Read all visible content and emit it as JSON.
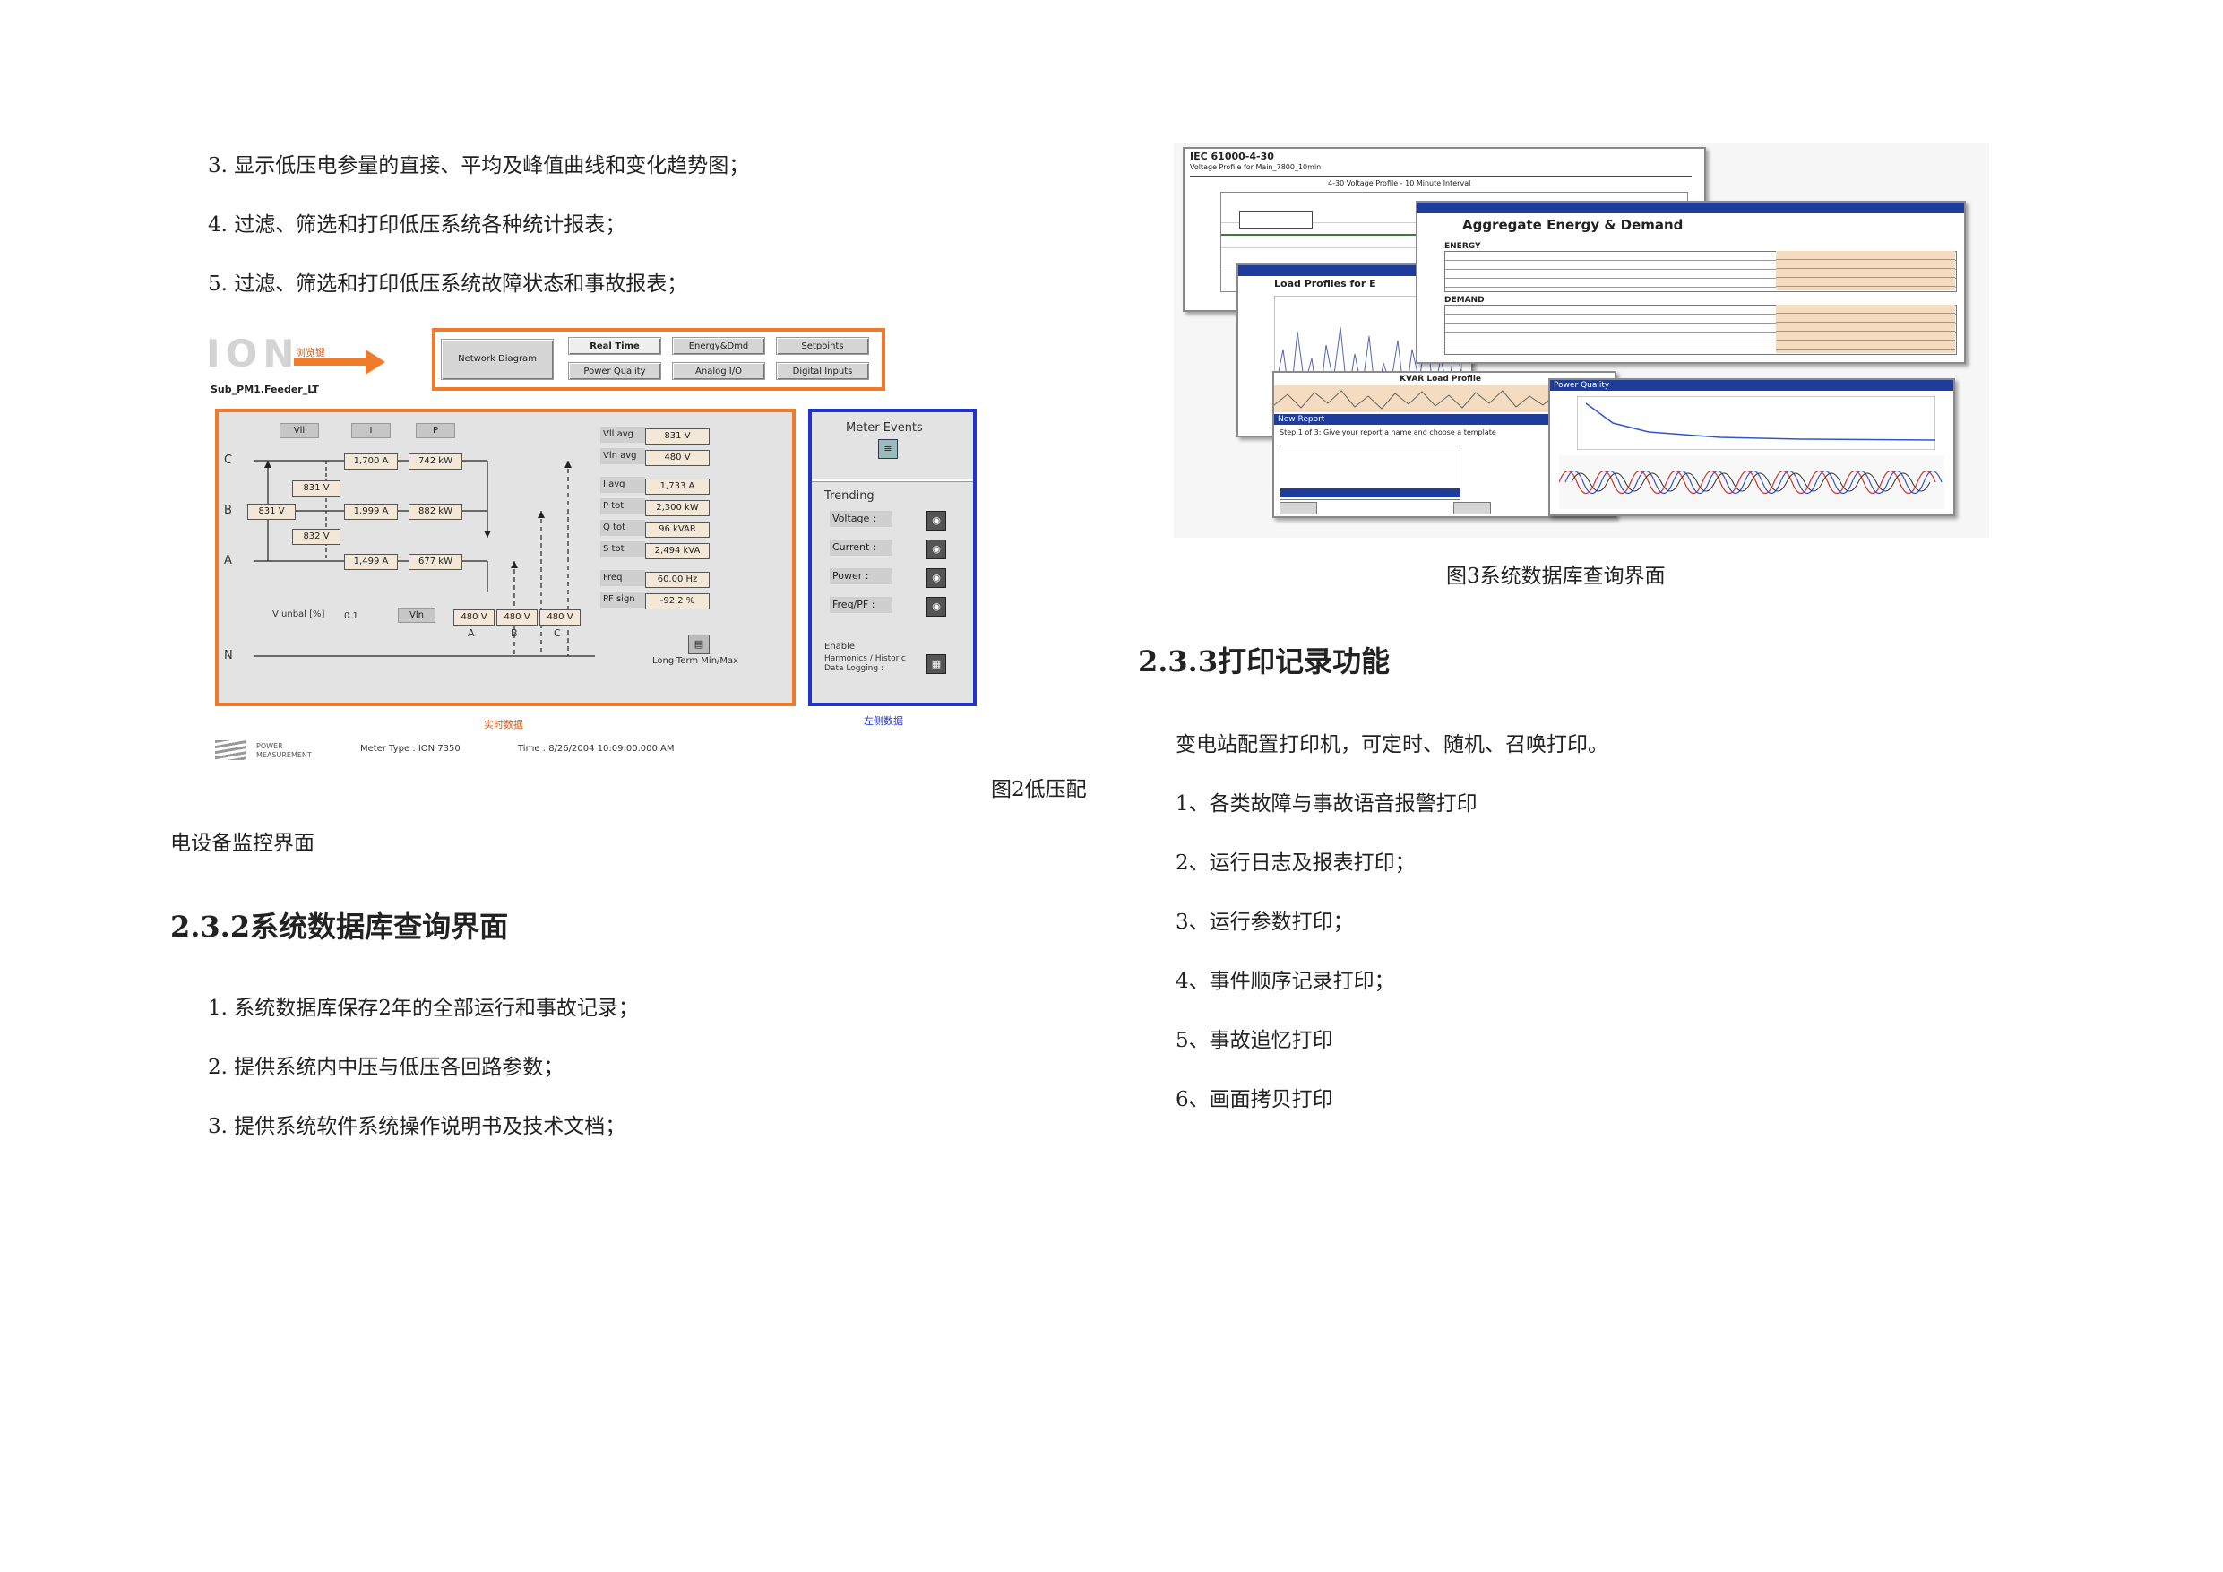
{
  "left_column": {
    "list_top": [
      "3. 显示低压电参量的直接、平均及峰值曲线和变化趋势图；",
      "4. 过滤、筛选和打印低压系统各种统计报表；",
      "5. 过滤、筛选和打印低压系统故障状态和事故报表；"
    ],
    "fig2_caption_part1": "图2低压配",
    "fig2_caption_part2": "电设备监控界面",
    "section_232_title": "2.3.2系统数据库查询界面",
    "list_232": [
      "1. 系统数据库保存2年的全部运行和事故记录；",
      "2. 提供系统内中压与低压各回路参数；",
      "3. 提供系统软件系统操作说明书及技术文档；"
    ]
  },
  "right_column": {
    "fig3_caption": "图3系统数据库查询界面",
    "section_233_title": "2.3.3打印记录功能",
    "intro": "变电站配置打印机，可定时、随机、召唤打印。",
    "print_items": [
      "1、各类故障与事故语音报警打印",
      "2、运行日志及报表打印；",
      "3、运行参数打印；",
      "4、事件顺序记录打印；",
      "5、事故追忆打印",
      "6、画面拷贝打印"
    ]
  },
  "fig2": {
    "logo_text": "ION",
    "arrow_label": "浏览键",
    "feeder_name": "Sub_PM1.Feeder_LT",
    "nav_buttons": {
      "network_diagram": "Network Diagram",
      "real_time": "Real Time",
      "power_quality": "Power Quality",
      "energy_dmd": "Energy&Dmd",
      "analog_io": "Analog I/O",
      "setpoints": "Setpoints",
      "digital_inputs": "Digital Inputs"
    },
    "col_headers": [
      "Vll",
      "I",
      "P"
    ],
    "phases": [
      "C",
      "B",
      "A",
      "N"
    ],
    "phase_c": {
      "current": "1,700 A",
      "power": "742 kW"
    },
    "phase_b": {
      "voltage": "831 V",
      "current": "1,999 A",
      "power": "882 kW"
    },
    "phase_a": {
      "current": "1,499 A",
      "power": "677 kW"
    },
    "vll_cb": "831 V",
    "vll_ba": "832 V",
    "vunbal_label": "V unbal [%]",
    "vunbal_value": "0.1",
    "vln_label": "Vln",
    "vln_values": [
      "480 V",
      "480 V",
      "480 V"
    ],
    "vln_phases": [
      "A",
      "B",
      "C"
    ],
    "readings": [
      {
        "label": "Vll avg",
        "value": "831 V"
      },
      {
        "label": "Vln avg",
        "value": "480 V"
      },
      {
        "label": "I avg",
        "value": "1,733 A"
      },
      {
        "label": "P tot",
        "value": "2,300 kW"
      },
      {
        "label": "Q tot",
        "value": "96 kVAR"
      },
      {
        "label": "S tot",
        "value": "2,494 kVA"
      },
      {
        "label": "Freq",
        "value": "60.00 Hz"
      },
      {
        "label": "PF sign",
        "value": "-92.2 %"
      }
    ],
    "longterm_label": "Long-Term Min/Max",
    "meter_events": "Meter Events",
    "trending": "Trending",
    "trend_items": [
      "Voltage :",
      "Current :",
      "Power :",
      "Freq/PF :"
    ],
    "enable_label": "Enable",
    "harmonics_label": "Harmonics / Historic Data Logging :",
    "realtime_caption": "实时数据",
    "other_caption": "左侧数据",
    "brand_line1": "POWER",
    "brand_line2": "MEASUREMENT",
    "meter_type": "Meter Type : ION 7350",
    "time": "Time :  8/26/2004 10:09:00.000 AM",
    "colors": {
      "orange": "#ee7a2a",
      "blue": "#2233cc",
      "panel": "#e3e3e3"
    }
  },
  "fig3": {
    "win1_header": "IEC 61000-4-30",
    "win1_sub": "Voltage Profile for Main_7800_10min",
    "win1_chart_title": "4-30 Voltage Profile - 10 Minute Interval",
    "win2_title": "Aggregate Energy & Demand",
    "win2_energy": "ENERGY",
    "win2_demand": "DEMAND",
    "win3_title": "Load Profiles for E",
    "win4_title": "KVAR Load Profile",
    "win5_title": "New Report",
    "win5_step": "Step 1 of 3: Give your report a name and choose a template",
    "win6_title": "Power Quality",
    "colors": {
      "titlebar": "#1e3c9a",
      "peach": "#f5dcc0",
      "wave1": "#cc3333",
      "wave2": "#3355cc"
    }
  }
}
